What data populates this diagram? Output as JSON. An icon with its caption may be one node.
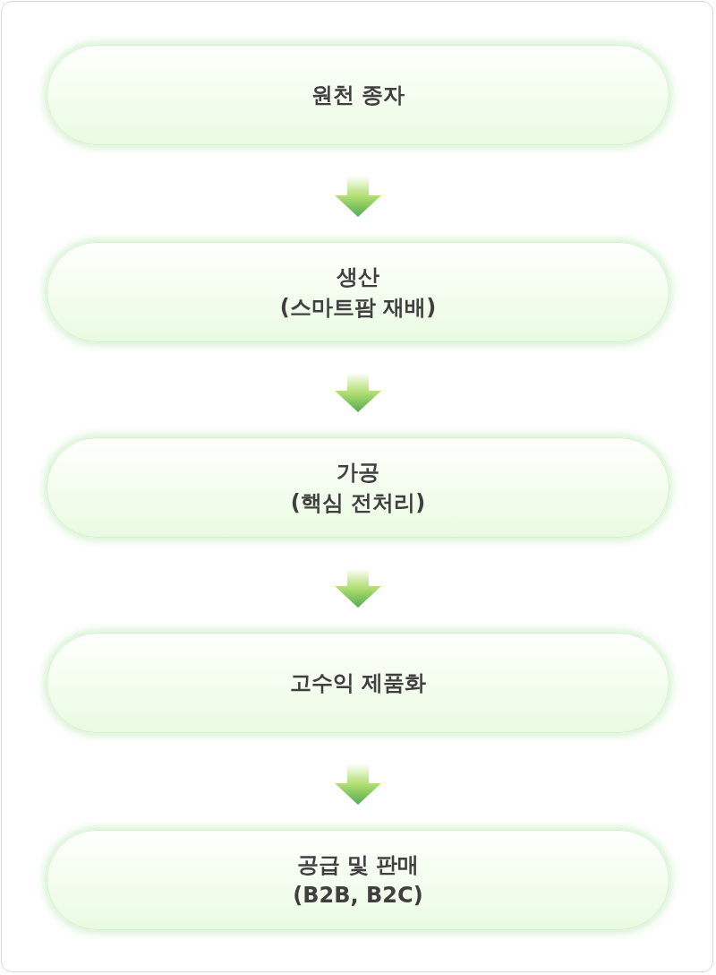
{
  "diagram": {
    "nodes": [
      {
        "text": [
          "원천 종자"
        ]
      },
      {
        "text": [
          "생산",
          "(스마트팜 재배)"
        ]
      },
      {
        "text": [
          "가공",
          "(핵심 전처리)"
        ]
      },
      {
        "text": [
          "고수익 제품화"
        ]
      },
      {
        "text": [
          "공급 및 판매",
          "(B2B, B2C)"
        ]
      }
    ],
    "edges": [
      {
        "from": 0,
        "to": 1,
        "arrow": "to"
      },
      {
        "from": 1,
        "to": 2,
        "arrow": "to"
      },
      {
        "from": 2,
        "to": 3,
        "arrow": "to"
      },
      {
        "from": 3,
        "to": 4,
        "arrow": "to"
      }
    ]
  }
}
